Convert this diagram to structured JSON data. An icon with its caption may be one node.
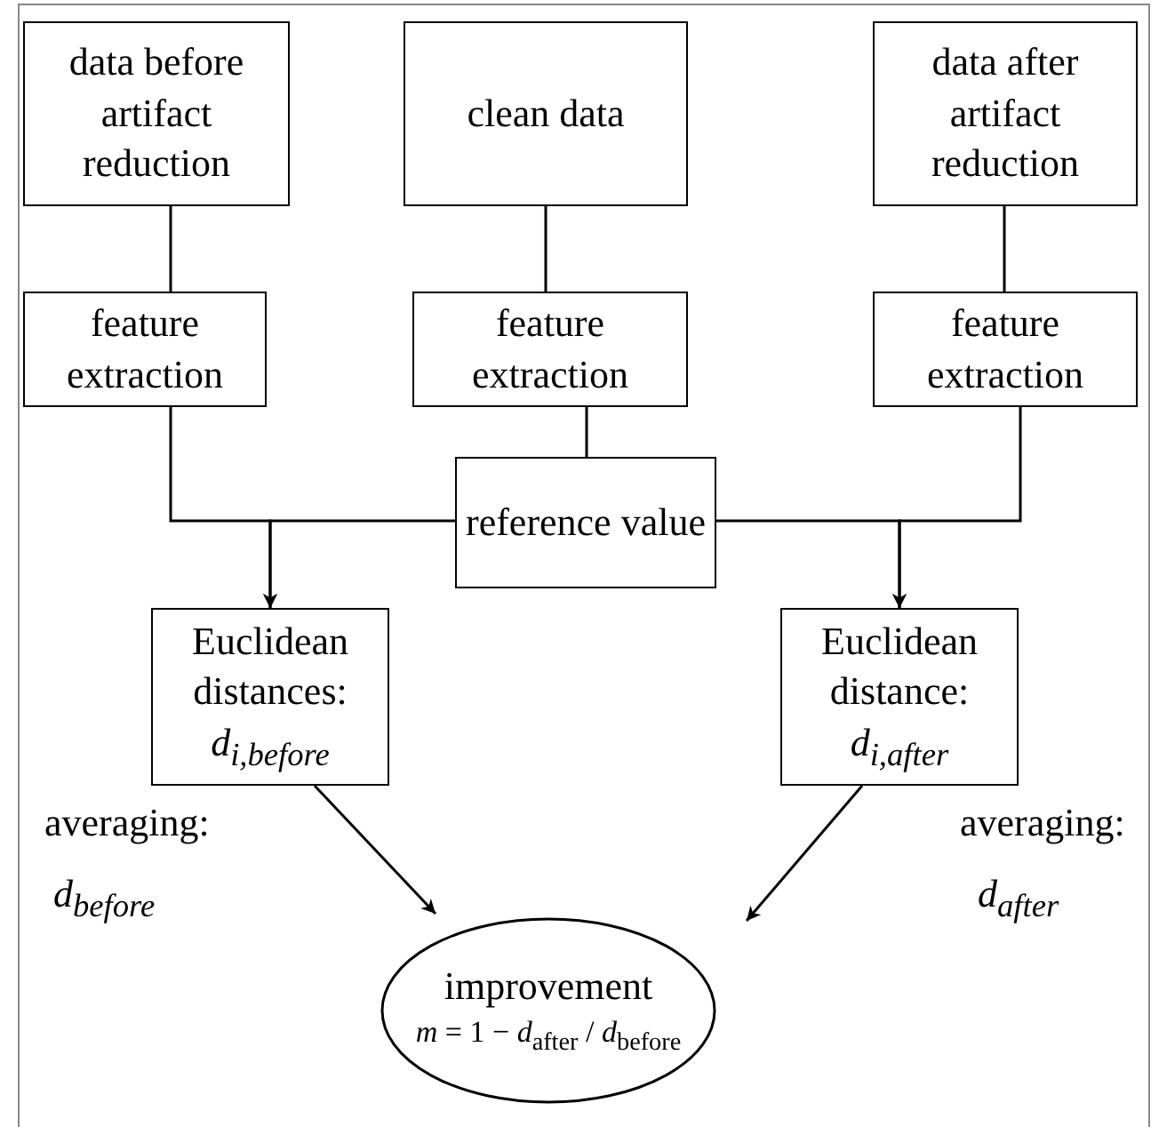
{
  "diagram": {
    "nodes": [
      {
        "text": [
          "data before artifact reduction"
        ]
      },
      {
        "text": [
          "clean data"
        ]
      },
      {
        "text": [
          "data after artifact reduction"
        ]
      },
      {
        "text": [
          "feature extraction"
        ]
      },
      {
        "text": [
          "feature extraction"
        ]
      },
      {
        "text": [
          "feature extraction"
        ]
      },
      {
        "text": [
          "reference value"
        ]
      },
      {
        "text": [
          "Euclidean distances:",
          "d$_{i,before}$"
        ],
        "beside": [
          "averaging:",
          "d$_{before}$"
        ]
      },
      {
        "text": [
          "Euclidean distance:",
          "d$_{i,after}$"
        ],
        "beside": [
          "averaging:",
          "d$_{after}$"
        ]
      },
      {
        "text": [
          "improvement",
          "*m* = 1 − *d*$_{after}$ / *d*$_{before}$"
        ]
      }
    ],
    "edges": [
      {
        "from": 0,
        "to": 3,
        "arrow": "none"
      },
      {
        "from": 1,
        "to": 4,
        "arrow": "none"
      },
      {
        "from": 2,
        "to": 5,
        "arrow": "none"
      },
      {
        "from": 4,
        "to": 6,
        "arrow": "none"
      },
      {
        "from": 3,
        "to": 7,
        "arrow": "to"
      },
      {
        "from": 6,
        "to": 7,
        "arrow": "to"
      },
      {
        "from": 5,
        "to": 8,
        "arrow": "to"
      },
      {
        "from": 6,
        "to": 8,
        "arrow": "to"
      },
      {
        "from": 7,
        "to": 9,
        "arrow": "to"
      },
      {
        "from": 8,
        "to": 9,
        "arrow": "to"
      }
    ]
  }
}
